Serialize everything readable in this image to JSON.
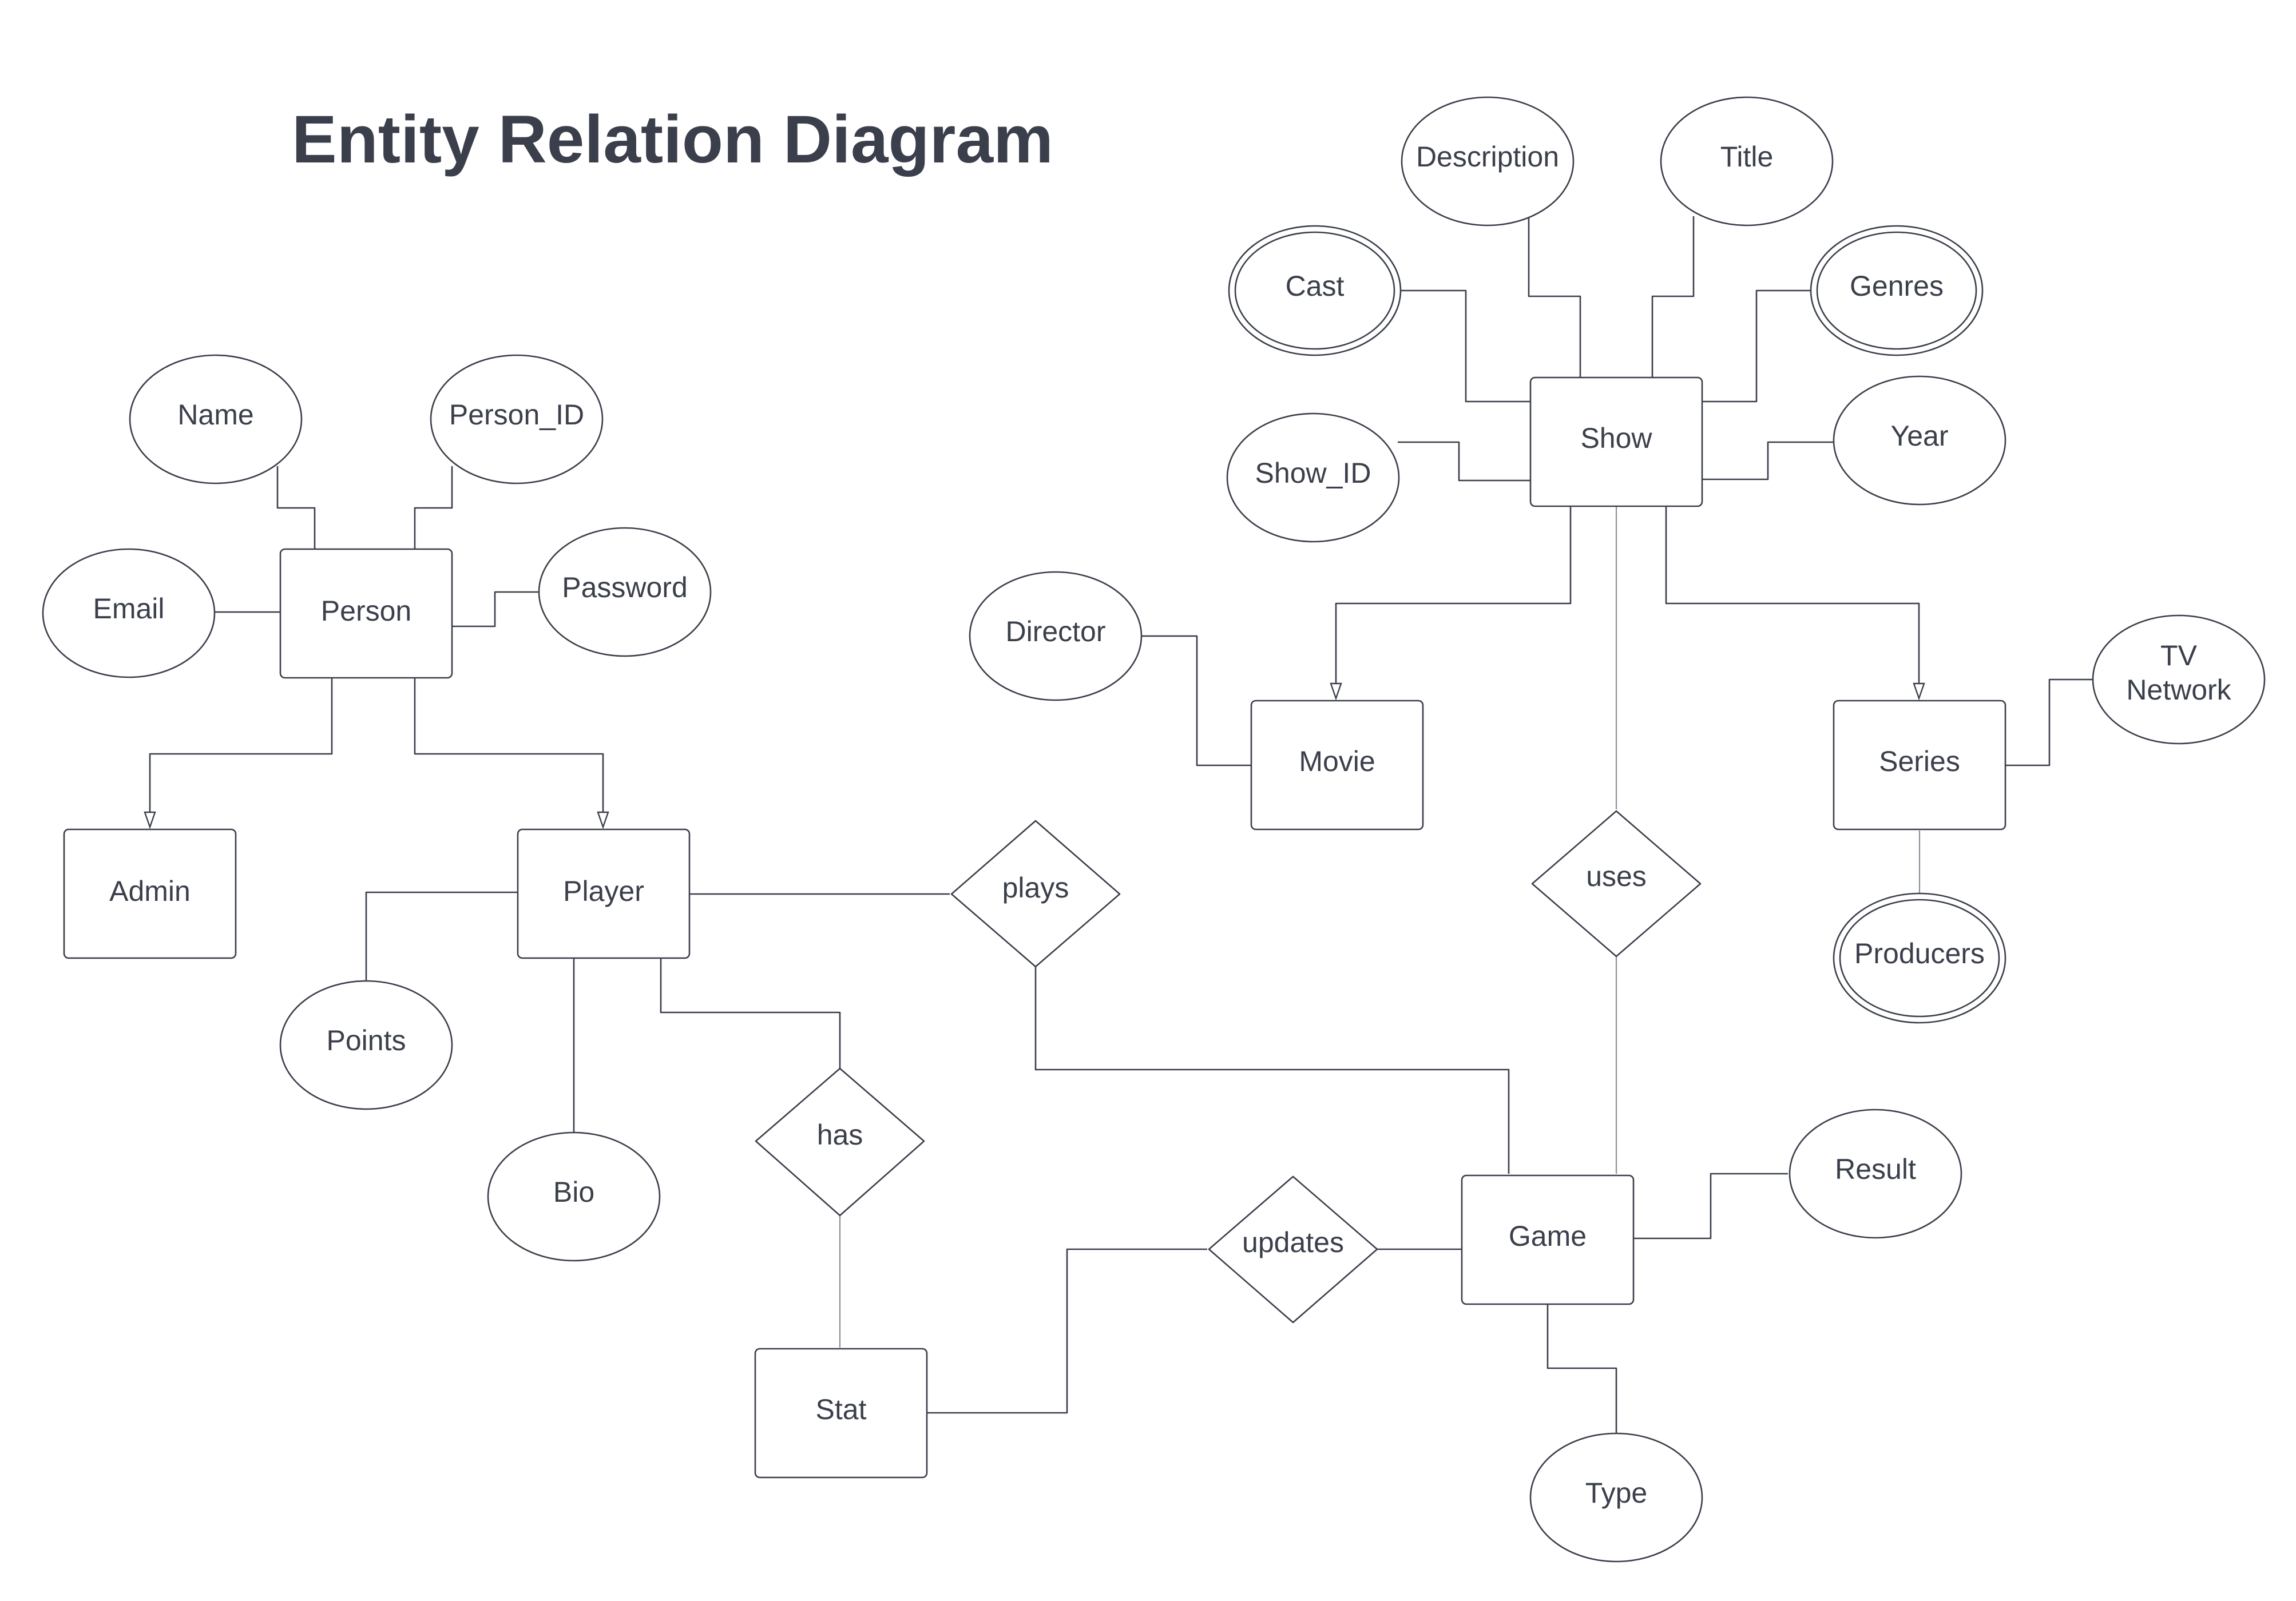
{
  "title": "Entity Relation Diagram",
  "colors": {
    "stroke": "#3a3f4b",
    "text": "#3a3f4b",
    "background": "#ffffff"
  },
  "entities": {
    "person": "Person",
    "admin": "Admin",
    "player": "Player",
    "show": "Show",
    "movie": "Movie",
    "series": "Series",
    "game": "Game",
    "stat": "Stat"
  },
  "attributes": {
    "name": "Name",
    "person_id": "Person_ID",
    "email": "Email",
    "password": "Password",
    "points": "Points",
    "bio": "Bio",
    "description": "Description",
    "title": "Title",
    "cast": "Cast",
    "genres": "Genres",
    "show_id": "Show_ID",
    "year": "Year",
    "director": "Director",
    "tv_network_line1": "TV",
    "tv_network_line2": "Network",
    "producers": "Producers",
    "result": "Result",
    "type": "Type"
  },
  "relationships": {
    "plays": "plays",
    "uses": "uses",
    "has": "has",
    "updates": "updates"
  }
}
